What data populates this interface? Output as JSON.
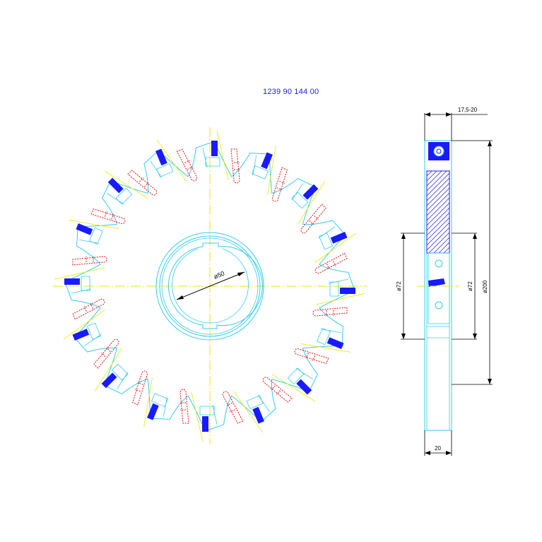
{
  "drawing": {
    "part_number": "1239 90 144 00",
    "bore_diameter": "ø50",
    "side_view": {
      "width_range": "17,5-20",
      "hub_diameter_left": "ø72",
      "hub_diameter_right": "ø72",
      "outer_diameter": "ø200",
      "thickness": "20"
    }
  },
  "colors": {
    "outline": "#33ccee",
    "center_line": "#e8e800",
    "insert": "#1a1aff",
    "hidden": "#e01010",
    "dimension": "#000000",
    "hatch": "#1a1aff"
  }
}
